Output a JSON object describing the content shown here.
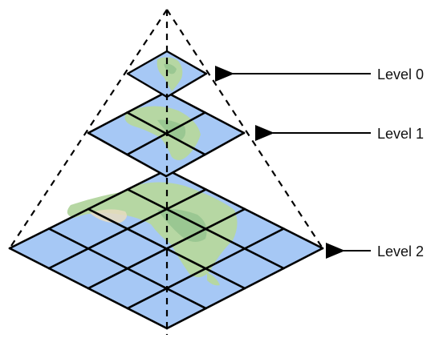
{
  "diagram": {
    "levels": [
      {
        "label": "Level 0",
        "grid": 1
      },
      {
        "label": "Level 1",
        "grid": 2
      },
      {
        "label": "Level 2",
        "grid": 4
      }
    ]
  },
  "colors": {
    "ocean": "#a6c8f5",
    "land": "#b6d7a3",
    "land_dark": "#8fc08a",
    "desert": "#e7dcc0",
    "grid_line": "#000000",
    "dashed_line": "#000000",
    "arrow": "#000000"
  }
}
